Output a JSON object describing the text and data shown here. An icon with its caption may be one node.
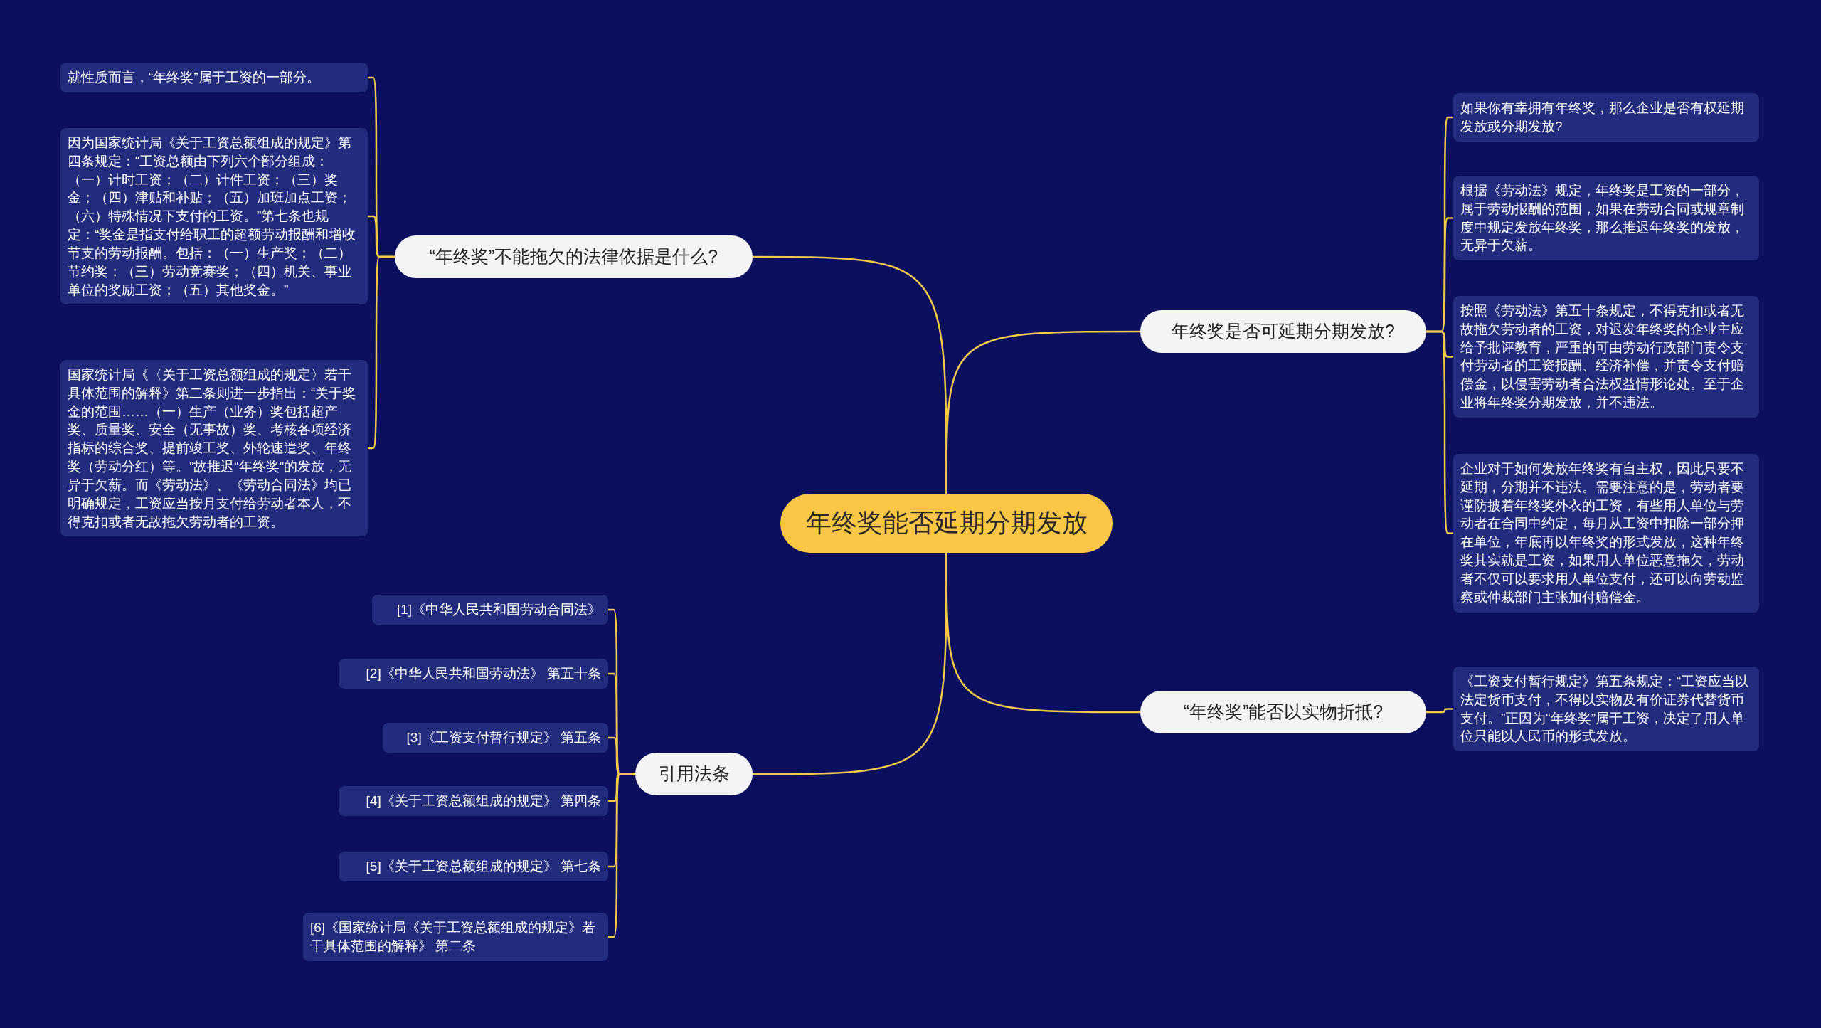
{
  "diagram": {
    "nodes": [
      {
        "text": [
          "年终奖能否延期分期发放"
        ]
      },
      {
        "text": [
          "“年终奖”不能拖欠的法律依据是什么?"
        ]
      },
      {
        "text": [
          "就性质而言，“年终奖”属于工资的一部分。"
        ]
      },
      {
        "text": [
          "因为国家统计局《关于工资总额组成的规定》第四条规定：“工资总额由下列六个部分组成：（一）计时工资；（二）计件工资；（三）奖金；（四）津贴和补贴；（五）加班加点工资；（六）特殊情况下支付的工资。”第七条也规定：“奖金是指支付给职工的超额劳动报酬和增收节支的劳动报酬。包括：（一）生产奖；（二）节约奖；（三）劳动竞赛奖；（四）机关、事业单位的奖励工资；（五）其他奖金。”"
        ]
      },
      {
        "text": [
          "国家统计局《〈关于工资总额组成的规定〉若干具体范围的解释》第二条则进一步指出：“关于奖金的范围……（一）生产（业务）奖包括超产奖、质量奖、安全（无事故）奖、考核各项经济指标的综合奖、提前竣工奖、外轮速遣奖、年终奖（劳动分红）等。”故推迟“年终奖”的发放，无异于欠薪。而《劳动法》、《劳动合同法》均已明确规定，工资应当按月支付给劳动者本人，不得克扣或者无故拖欠劳动者的工资。"
        ]
      },
      {
        "text": [
          "年终奖是否可延期分期发放?"
        ]
      },
      {
        "text": [
          "如果你有幸拥有年终奖，那么企业是否有权延期发放或分期发放?"
        ]
      },
      {
        "text": [
          "根据《劳动法》规定，年终奖是工资的一部分，属于劳动报酬的范围，如果在劳动合同或规章制度中规定发放年终奖，那么推迟年终奖的发放，无异于欠薪。"
        ]
      },
      {
        "text": [
          "按照《劳动法》第五十条规定，不得克扣或者无故拖欠劳动者的工资，对迟发年终奖的企业主应给予批评教育，严重的可由劳动行政部门责令支付劳动者的工资报酬、经济补偿，并责令支付赔偿金，以侵害劳动者合法权益情形论处。至于企业将年终奖分期发放，并不违法。"
        ]
      },
      {
        "text": [
          "企业对于如何发放年终奖有自主权，因此只要不延期，分期并不违法。需要注意的是，劳动者要谨防披着年终奖外衣的工资，有些用人单位与劳动者在合同中约定，每月从工资中扣除一部分押在单位，年底再以年终奖的形式发放，这种年终奖其实就是工资，如果用人单位恶意拖欠，劳动者不仅可以要求用人单位支付，还可以向劳动监察或仲裁部门主张加付赔偿金。"
        ]
      },
      {
        "text": [
          "“年终奖”能否以实物折抵?"
        ]
      },
      {
        "text": [
          "《工资支付暂行规定》第五条规定：“工资应当以法定货币支付，不得以实物及有价证券代替货币支付。”正因为“年终奖”属于工资，决定了用人单位只能以人民币的形式发放。"
        ]
      },
      {
        "text": [
          "引用法条"
        ]
      },
      {
        "text": [
          "[1]《中华人民共和国劳动合同法》"
        ]
      },
      {
        "text": [
          "[2]《中华人民共和国劳动法》 第五十条"
        ]
      },
      {
        "text": [
          "[3]《工资支付暂行规定》 第五条"
        ]
      },
      {
        "text": [
          "[4]《关于工资总额组成的规定》 第四条"
        ]
      },
      {
        "text": [
          "[5]《关于工资总额组成的规定》 第七条"
        ]
      },
      {
        "text": [
          "[6]《国家统计局《关于工资总额组成的规定》若干具体范围的解释》 第二条"
        ]
      }
    ],
    "edges": [
      {
        "from": 0,
        "to": 1,
        "arrow": "none"
      },
      {
        "from": 1,
        "to": 2,
        "arrow": "none"
      },
      {
        "from": 1,
        "to": 3,
        "arrow": "none"
      },
      {
        "from": 1,
        "to": 4,
        "arrow": "none"
      },
      {
        "from": 0,
        "to": 5,
        "arrow": "none"
      },
      {
        "from": 5,
        "to": 6,
        "arrow": "none"
      },
      {
        "from": 5,
        "to": 7,
        "arrow": "none"
      },
      {
        "from": 5,
        "to": 8,
        "arrow": "none"
      },
      {
        "from": 5,
        "to": 9,
        "arrow": "none"
      },
      {
        "from": 0,
        "to": 10,
        "arrow": "none"
      },
      {
        "from": 10,
        "to": 11,
        "arrow": "none"
      },
      {
        "from": 0,
        "to": 12,
        "arrow": "none"
      },
      {
        "from": 12,
        "to": 13,
        "arrow": "none"
      },
      {
        "from": 12,
        "to": 14,
        "arrow": "none"
      },
      {
        "from": 12,
        "to": 15,
        "arrow": "none"
      },
      {
        "from": 12,
        "to": 16,
        "arrow": "none"
      },
      {
        "from": 12,
        "to": 17,
        "arrow": "none"
      },
      {
        "from": 12,
        "to": 18,
        "arrow": "none"
      }
    ]
  }
}
